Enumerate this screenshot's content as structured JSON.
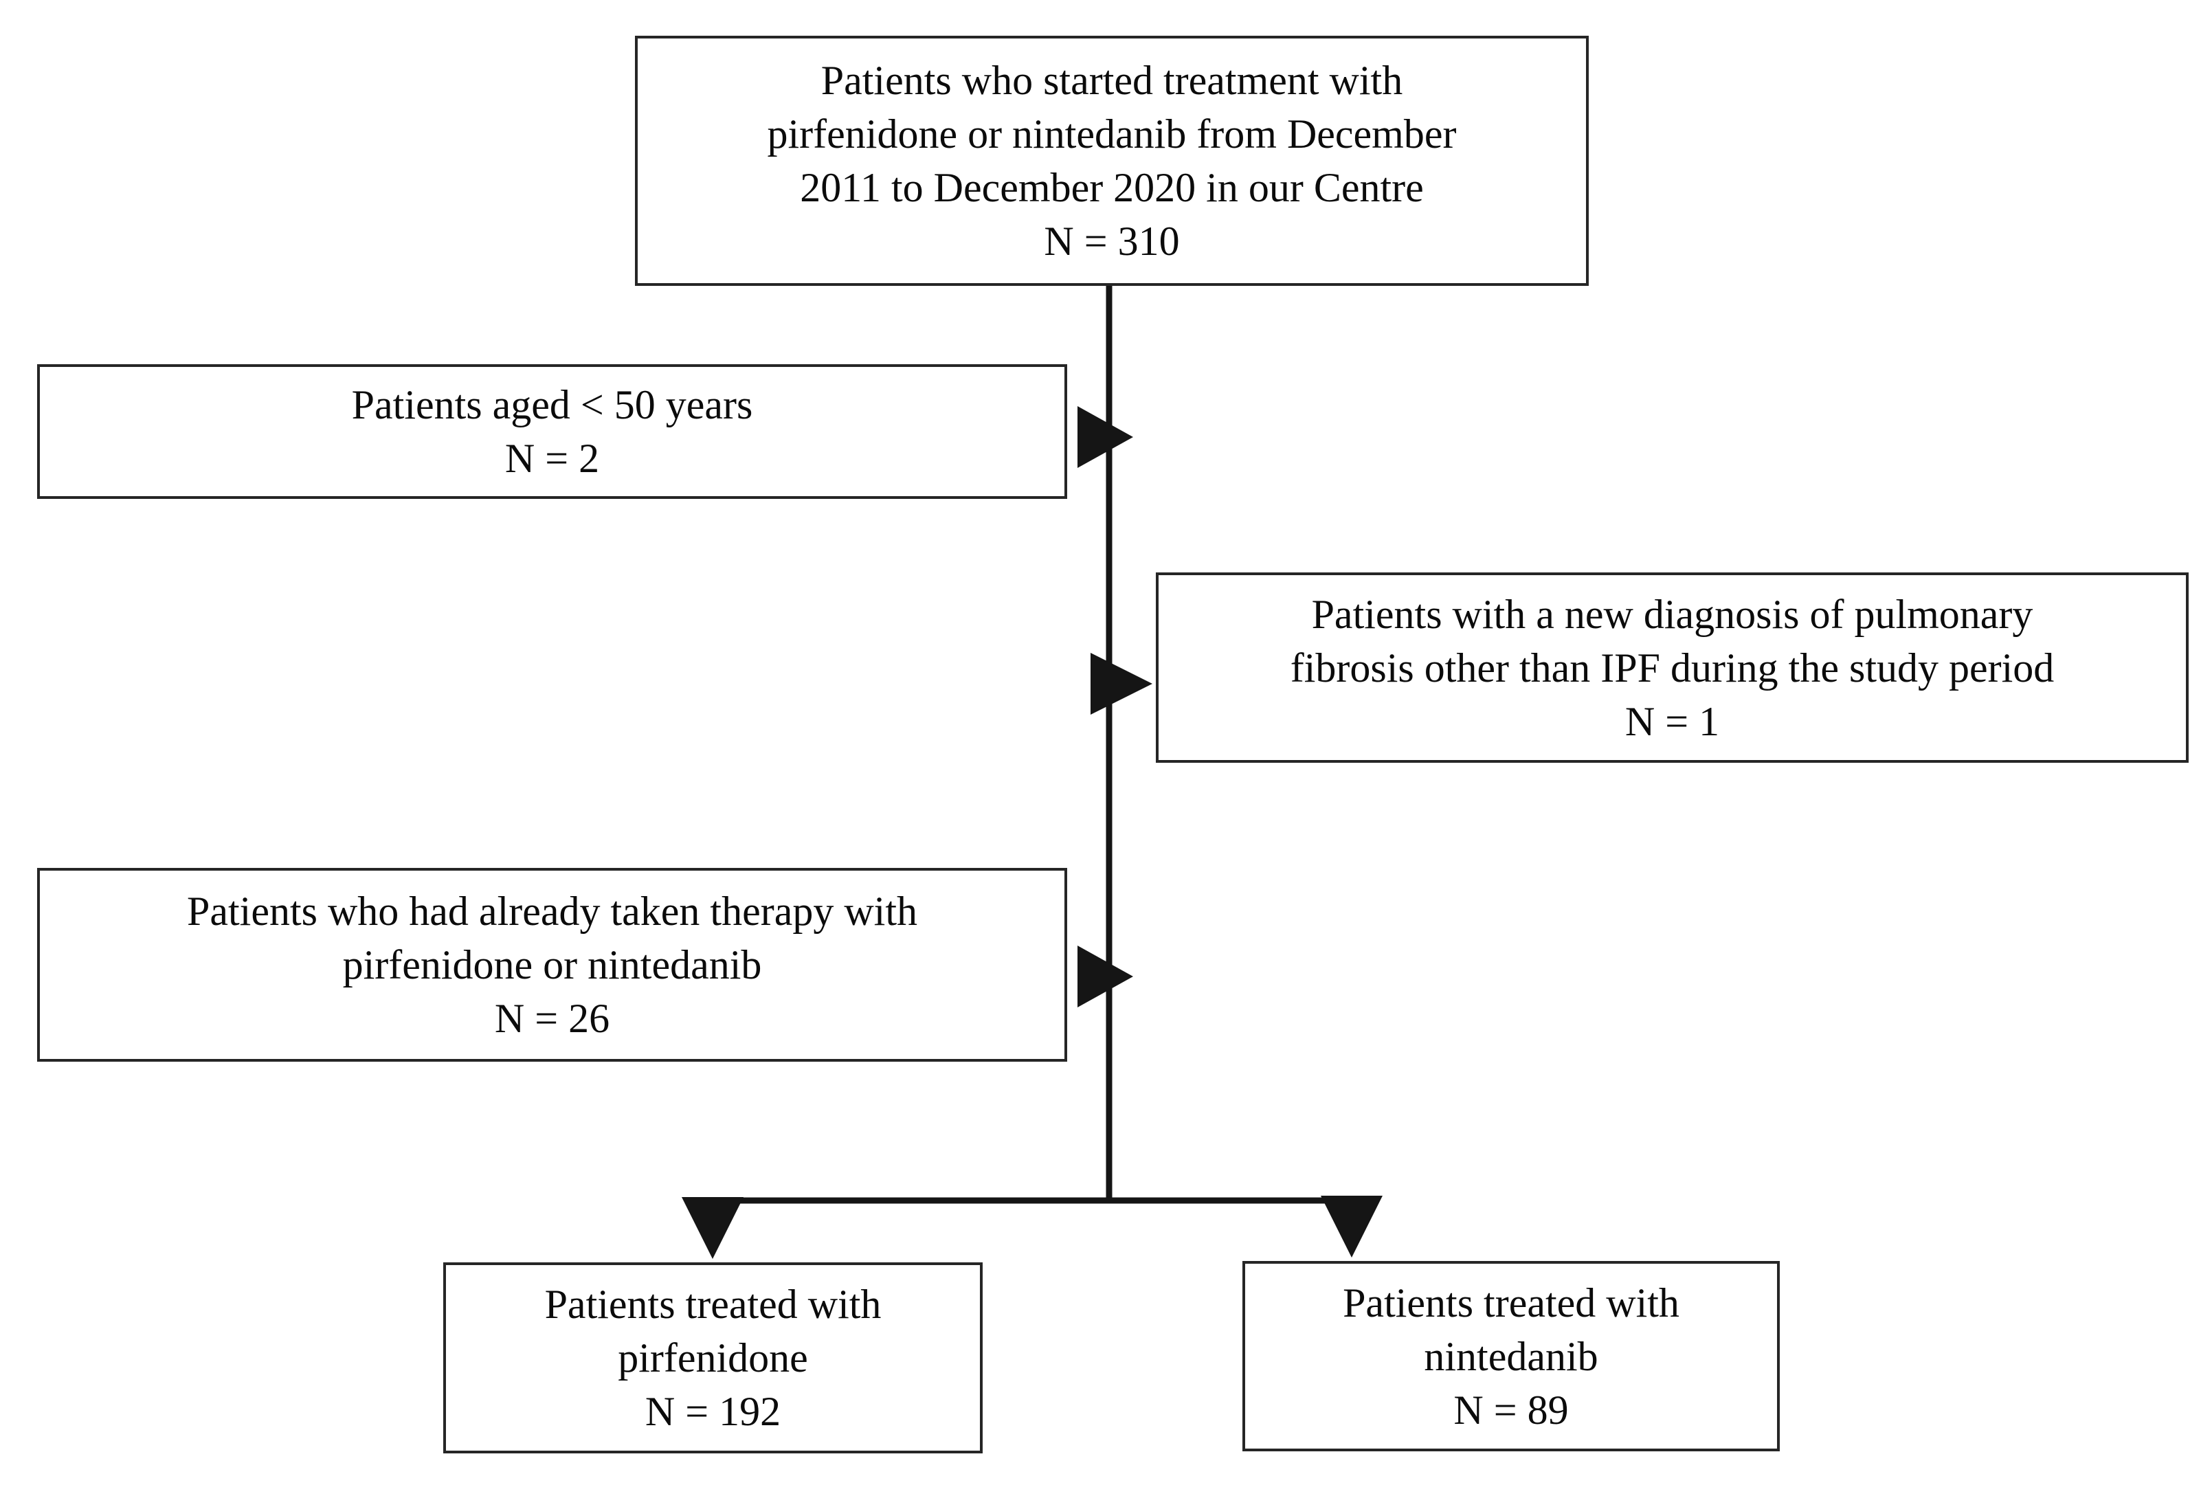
{
  "diagram": {
    "type": "flowchart",
    "orientation": "top-down",
    "nodes": {
      "enrolled": {
        "lines": [
          "Patients who started treatment with",
          "pirfenidone or nintedanib from December",
          "2011 to December 2020 in our Centre",
          "N = 310"
        ],
        "count_label": "N = 310",
        "count": 310
      },
      "excluded_age": {
        "lines": [
          "Patients aged < 50 years",
          "N = 2"
        ],
        "count_label": "N = 2",
        "count": 2
      },
      "excluded_non_ipf": {
        "lines": [
          "Patients with a new diagnosis of pulmonary",
          "fibrosis other than IPF during the study period",
          "N = 1"
        ],
        "count_label": "N = 1",
        "count": 1
      },
      "excluded_prior_therapy": {
        "lines": [
          "Patients who had already taken therapy with",
          "pirfenidone or nintedanib",
          "N = 26"
        ],
        "count_label": "N = 26",
        "count": 26
      },
      "group_pirfenidone": {
        "lines": [
          "Patients treated with",
          "pirfenidone",
          "N = 192"
        ],
        "count_label": "N = 192",
        "count": 192
      },
      "group_nintedanib": {
        "lines": [
          "Patients treated with",
          "nintedanib",
          "N = 89"
        ],
        "count_label": "N = 89",
        "count": 89
      }
    },
    "connectors": [
      {
        "name": "spine-enrolled-to-split",
        "from": "enrolled",
        "to": "split-bar",
        "direction": "down",
        "arrowhead": false
      },
      {
        "name": "arrow-to-excluded-age",
        "from": "spine",
        "to": "excluded_age",
        "direction": "left",
        "arrowhead": true
      },
      {
        "name": "arrow-to-excluded-non-ipf",
        "from": "spine",
        "to": "excluded_non_ipf",
        "direction": "right",
        "arrowhead": true
      },
      {
        "name": "arrow-to-excluded-prior-therapy",
        "from": "spine",
        "to": "excluded_prior_therapy",
        "direction": "left",
        "arrowhead": true
      },
      {
        "name": "arrow-to-group-pirfenidone",
        "from": "split-bar",
        "to": "group_pirfenidone",
        "direction": "down",
        "arrowhead": true
      },
      {
        "name": "arrow-to-group-nintedanib",
        "from": "split-bar",
        "to": "group_nintedanib",
        "direction": "down",
        "arrowhead": true
      }
    ],
    "style": {
      "line_color": "#262626",
      "box_fill": "#ffffff",
      "text_color": "#0b0b0b",
      "background": "#ffffff"
    }
  }
}
